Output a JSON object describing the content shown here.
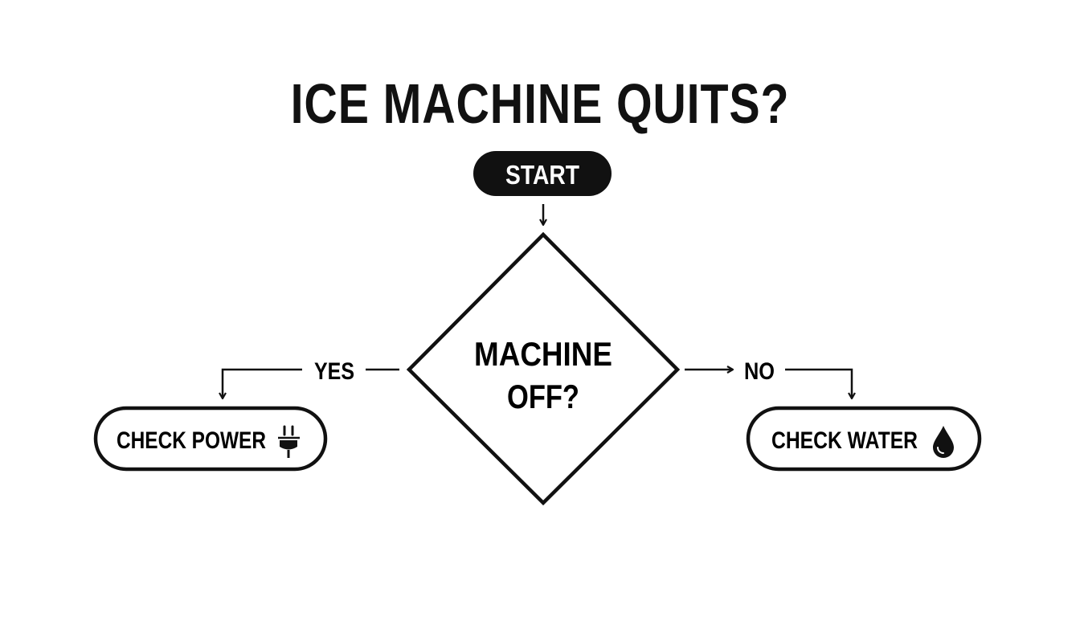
{
  "title": "ICE MACHINE QUITS?",
  "colors": {
    "ink": "#111111",
    "background": "#ffffff"
  },
  "nodes": {
    "start": {
      "label": "START"
    },
    "decision": {
      "line1": "MACHINE",
      "line2": "OFF?"
    },
    "power": {
      "label": "CHECK POWER",
      "icon": "plug-icon"
    },
    "water": {
      "label": "CHECK WATER",
      "icon": "water-drop-icon"
    }
  },
  "edges": {
    "yes": "YES",
    "no": "NO"
  }
}
